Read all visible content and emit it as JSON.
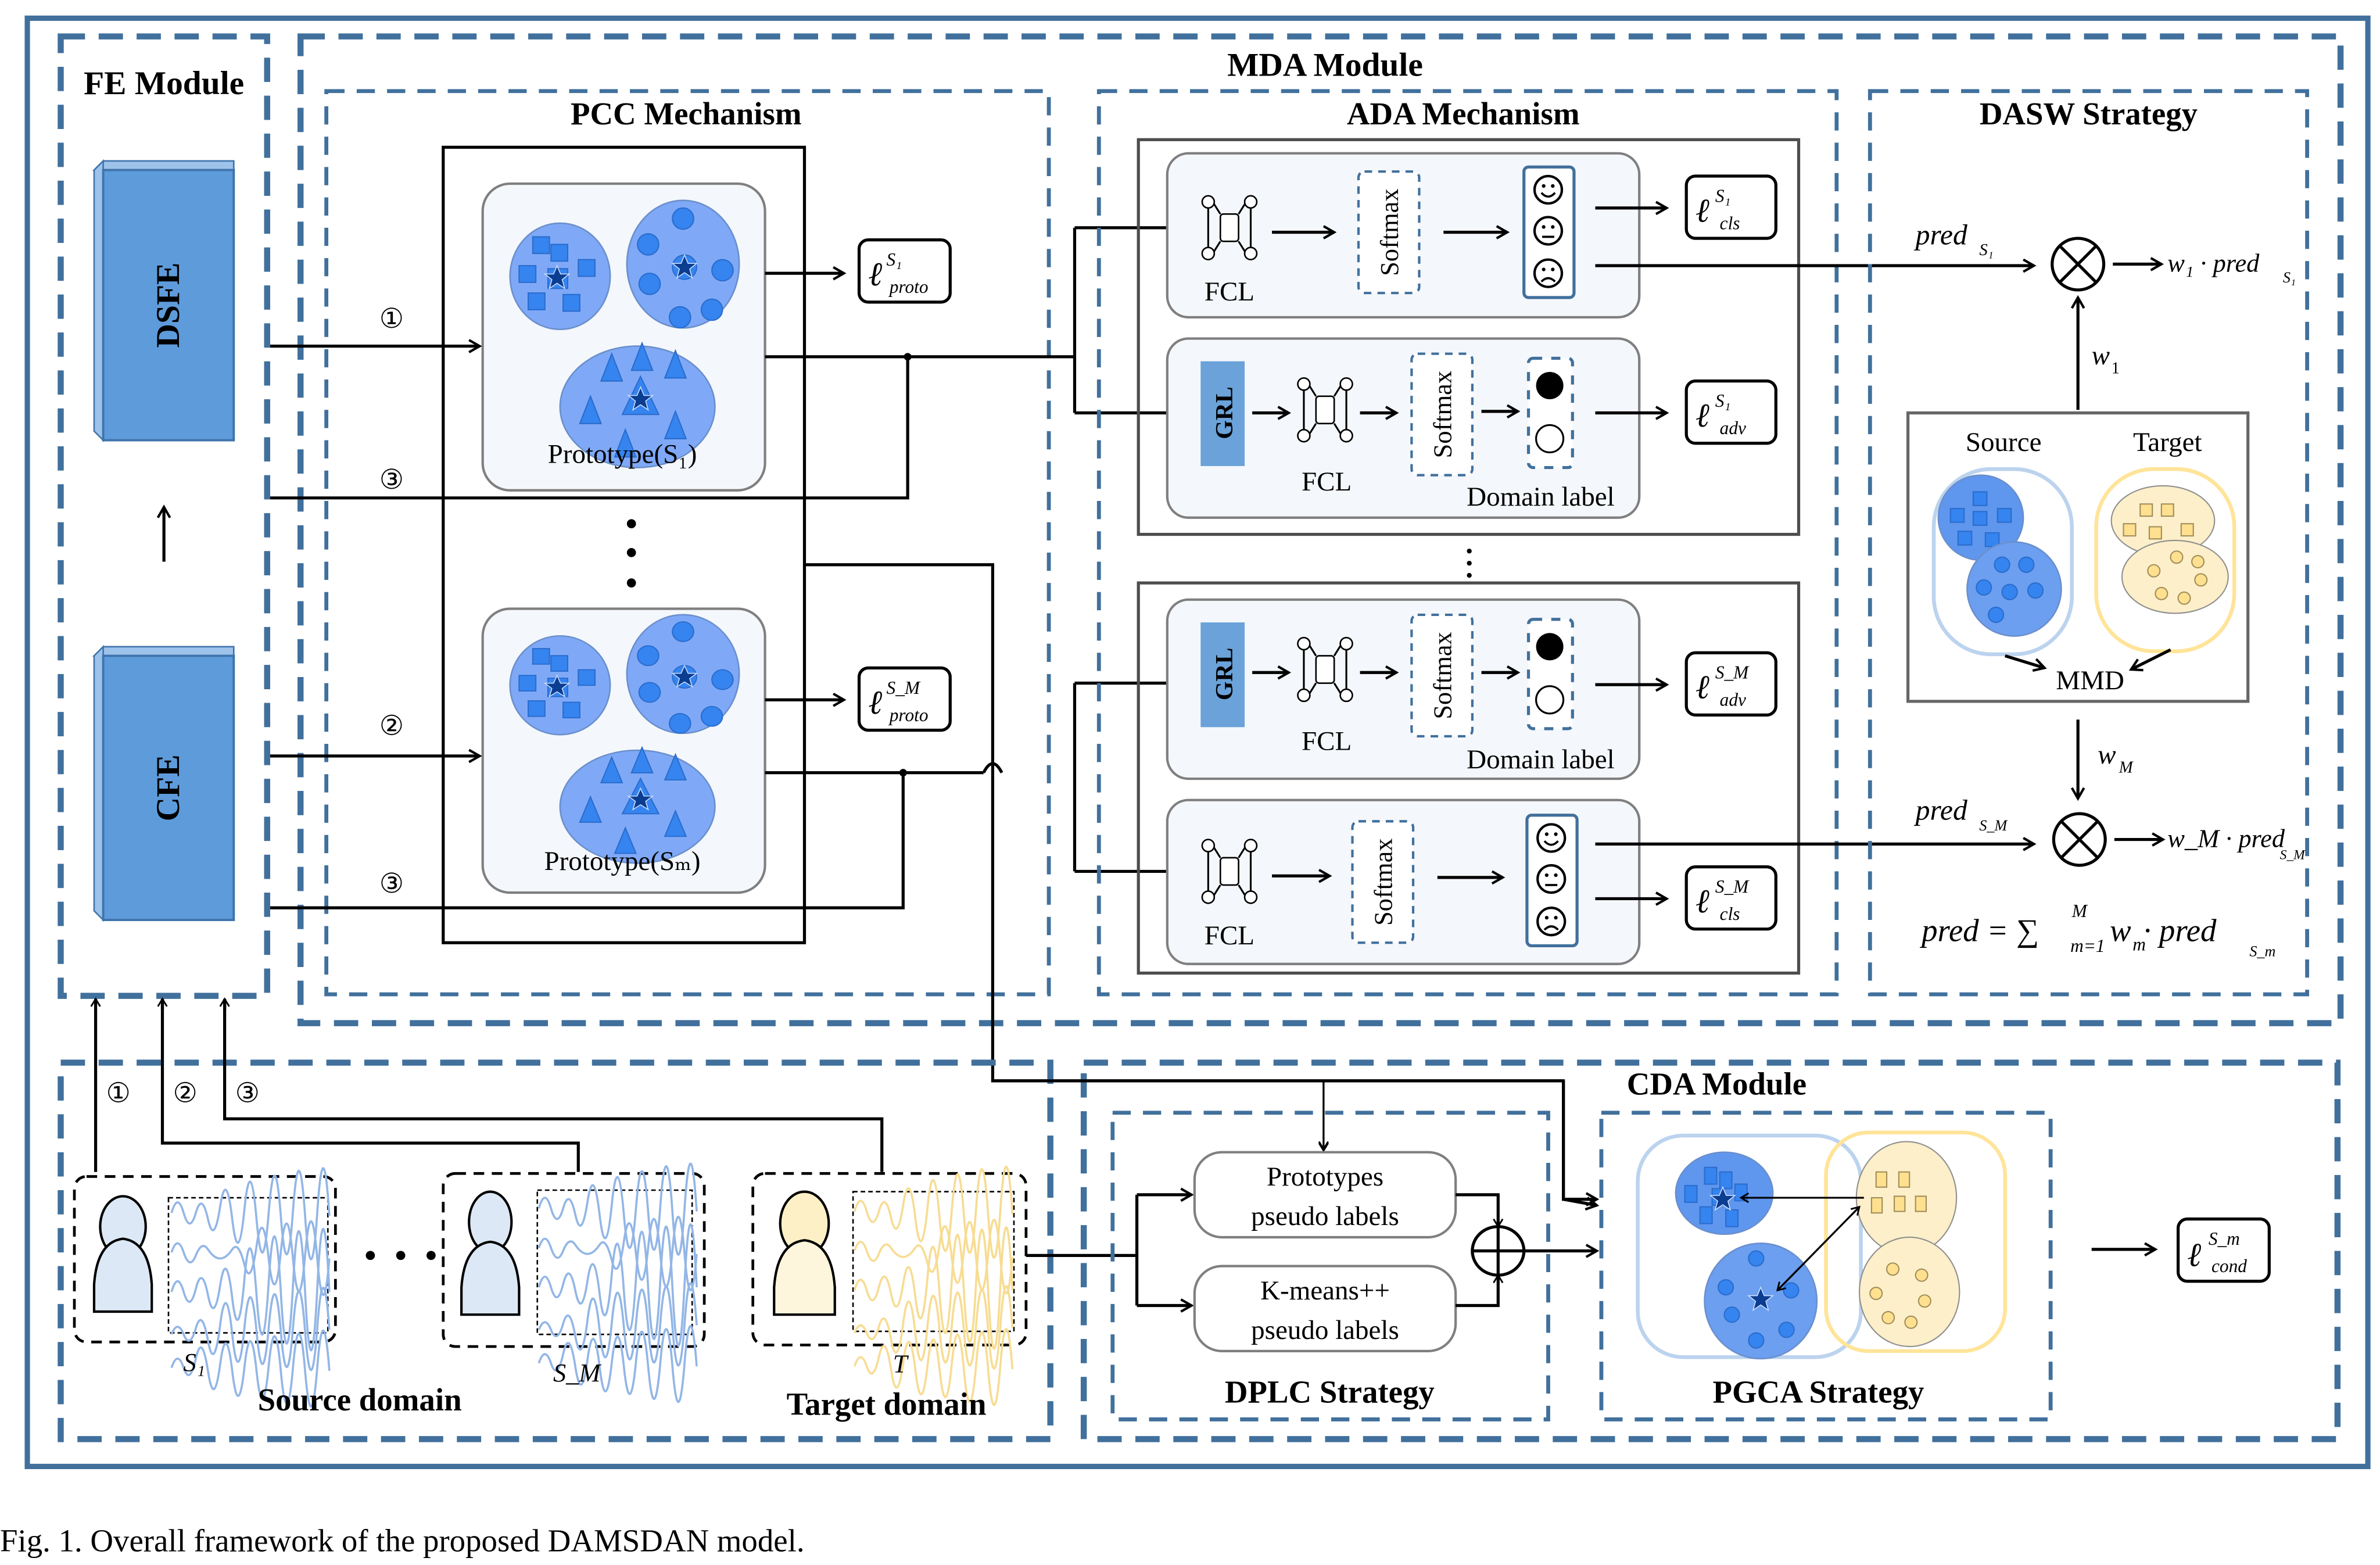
{
  "figure": {
    "caption": "Fig. 1.  Overall framework of the proposed DAMSDAN model."
  },
  "fe_module": {
    "title": "FE Module",
    "dsfe_label": "DSFE",
    "cfe_label": "CFE"
  },
  "mda_module": {
    "title": "MDA Module",
    "pcc": {
      "title": "PCC Mechanism",
      "prototype_top": "Prototype(S₁)",
      "prototype_bottom": "Prototype(Sₘ)",
      "loss_top": {
        "base": "ℓ",
        "sup": "S₁",
        "sub": "proto"
      },
      "loss_bottom": {
        "base": "ℓ",
        "sup": "S_M",
        "sub": "proto"
      }
    },
    "ada": {
      "title": "ADA Mechanism",
      "fcl_label": "FCL",
      "softmax_label": "Softmax",
      "grl_label": "GRL",
      "domain_label": "Domain label",
      "loss_cls_top": {
        "base": "ℓ",
        "sup": "S₁",
        "sub": "cls"
      },
      "loss_adv_top": {
        "base": "ℓ",
        "sup": "S₁",
        "sub": "adv"
      },
      "loss_adv_bottom": {
        "base": "ℓ",
        "sup": "S_M",
        "sub": "adv"
      },
      "loss_cls_bottom": {
        "base": "ℓ",
        "sup": "S_M",
        "sub": "cls"
      }
    },
    "dasw": {
      "title": "DASW Strategy",
      "pred_s1": "pred",
      "pred_s1_sub": "S₁",
      "out_s1": "w₁ · pred",
      "out_s1_sub": "S₁",
      "w1": "w",
      "w1_sub": "1",
      "source_label": "Source",
      "target_label": "Target",
      "mmd_label": "MMD",
      "wM": "w",
      "wM_sub": "M",
      "pred_sM": "pred",
      "pred_sM_sub": "S_M",
      "out_sM": "w_M · pred",
      "out_sM_sub": "S_M",
      "formula": "pred = ∑",
      "formula_sup": "M",
      "formula_sub": "m=1",
      "formula_rest": "w",
      "formula_rest_sub": "m",
      "formula_tail": " · pred",
      "formula_tail_sub": "S_m"
    }
  },
  "inputs": {
    "path_labels": [
      "①",
      "②",
      "③"
    ],
    "source_s1_label": "S₁",
    "source_sM_label": "S_M",
    "target_label": "T",
    "source_domain_title": "Source domain",
    "target_domain_title": "Target domain"
  },
  "cda_module": {
    "title": "CDA Module",
    "dplc": {
      "title": "DPLC Strategy",
      "proto_pseudo_line1": "Prototypes",
      "proto_pseudo_line2": "pseudo labels",
      "kmeans_pseudo_line1": "K-means++",
      "kmeans_pseudo_line2": "pseudo labels"
    },
    "pgca": {
      "title": "PGCA Strategy"
    },
    "loss_cond": {
      "base": "ℓ",
      "sup": "S_m",
      "sub": "cond"
    }
  },
  "colors": {
    "module_border": "#41709c",
    "fe_block": "#5e9bdb",
    "cluster_fill": "#7fa9f7",
    "point_fill": "#3584f0",
    "prototype_star": "#0b3d91",
    "target_fill": "#fcefc9",
    "target_point": "#ffe08f",
    "grl_fill": "#6aa2d9"
  }
}
